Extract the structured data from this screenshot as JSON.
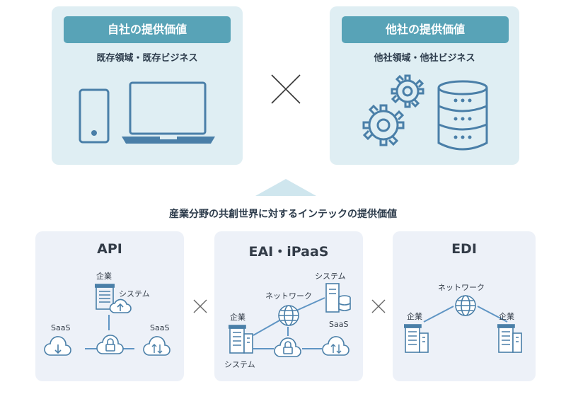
{
  "top_left": {
    "title": "自社の提供価値",
    "subtitle": "既存領域・既存ビジネス",
    "icons": [
      "smartphone-icon",
      "laptop-icon"
    ]
  },
  "top_right": {
    "title": "他社の提供価値",
    "subtitle": "他社領域・他社ビジネス",
    "icons": [
      "gears-icon",
      "database-icon"
    ]
  },
  "center_label": "産業分野の共創世界に対するインテックの提供価値",
  "cards": [
    {
      "title": "API",
      "labels": {
        "company": "企業",
        "system": "システム",
        "saas_left": "SaaS",
        "saas_right": "SaaS"
      }
    },
    {
      "title": "EAI・iPaaS",
      "labels": {
        "system_top": "システム",
        "network": "ネットワーク",
        "company": "企業",
        "saas": "SaaS",
        "system_bottom": "システム"
      }
    },
    {
      "title": "EDI",
      "labels": {
        "network": "ネットワーク",
        "company_left": "企業",
        "company_right": "企業"
      }
    }
  ],
  "colors": {
    "panel_bg": "#dfeef3",
    "title_bar": "#58a3b7",
    "card_bg": "#edf1f8",
    "icon_stroke": "#4a7fa8",
    "line": "#5f95c4"
  }
}
